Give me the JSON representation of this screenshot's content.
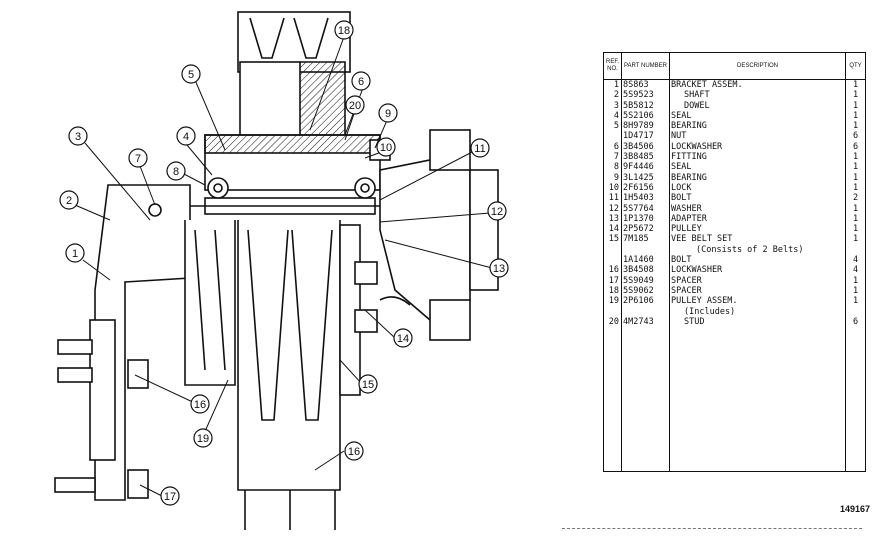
{
  "callouts": [
    "1",
    "2",
    "3",
    "4",
    "5",
    "6",
    "7",
    "8",
    "9",
    "10",
    "11",
    "12",
    "13",
    "14",
    "15",
    "16",
    "16",
    "17",
    "18",
    "19",
    "20"
  ],
  "table": {
    "headers": {
      "ref": "REF. NO.",
      "part": "PART NUMBER",
      "desc": "DESCRIPTION",
      "qty": "QTY"
    },
    "rows": [
      {
        "ref": "1",
        "part": "8S863",
        "desc": "BRACKET ASSEM.",
        "indent": 0,
        "qty": "1"
      },
      {
        "ref": "2",
        "part": "5S9523",
        "desc": "SHAFT",
        "indent": 1,
        "qty": "1"
      },
      {
        "ref": "3",
        "part": "5B5812",
        "desc": "DOWEL",
        "indent": 1,
        "qty": "1"
      },
      {
        "ref": "4",
        "part": "5S2106",
        "desc": "SEAL",
        "indent": 0,
        "qty": "1"
      },
      {
        "ref": "5",
        "part": "8H9789",
        "desc": "BEARING",
        "indent": 0,
        "qty": "1"
      },
      {
        "ref": "",
        "part": "1D4717",
        "desc": "NUT",
        "indent": 0,
        "qty": "6"
      },
      {
        "ref": "6",
        "part": "3B4506",
        "desc": "LOCKWASHER",
        "indent": 0,
        "qty": "6"
      },
      {
        "ref": "7",
        "part": "3B8485",
        "desc": "FITTING",
        "indent": 0,
        "qty": "1"
      },
      {
        "ref": "8",
        "part": "9F4446",
        "desc": "SEAL",
        "indent": 0,
        "qty": "1"
      },
      {
        "ref": "9",
        "part": "3L1425",
        "desc": "BEARING",
        "indent": 0,
        "qty": "1"
      },
      {
        "ref": "10",
        "part": "2F6156",
        "desc": "LOCK",
        "indent": 0,
        "qty": "1"
      },
      {
        "ref": "11",
        "part": "1H5403",
        "desc": "BOLT",
        "indent": 0,
        "qty": "2"
      },
      {
        "ref": "12",
        "part": "5S7764",
        "desc": "WASHER",
        "indent": 0,
        "qty": "1"
      },
      {
        "ref": "13",
        "part": "1P1370",
        "desc": "ADAPTER",
        "indent": 0,
        "qty": "1"
      },
      {
        "ref": "14",
        "part": "2P5672",
        "desc": "PULLEY",
        "indent": 0,
        "qty": "1"
      },
      {
        "ref": "15",
        "part": "7M185",
        "desc": "VEE BELT SET",
        "indent": 0,
        "qty": "1"
      },
      {
        "ref": "",
        "part": "",
        "desc": "(Consists of 2 Belts)",
        "indent": 2,
        "qty": ""
      },
      {
        "ref": "",
        "part": "1A1460",
        "desc": "BOLT",
        "indent": 0,
        "qty": "4"
      },
      {
        "ref": "16",
        "part": "3B4508",
        "desc": "LOCKWASHER",
        "indent": 0,
        "qty": "4"
      },
      {
        "ref": "17",
        "part": "5S9049",
        "desc": "SPACER",
        "indent": 0,
        "qty": "1"
      },
      {
        "ref": "18",
        "part": "5S9062",
        "desc": "SPACER",
        "indent": 0,
        "qty": "1"
      },
      {
        "ref": "19",
        "part": "2P6106",
        "desc": "PULLEY ASSEM.",
        "indent": 0,
        "qty": "1"
      },
      {
        "ref": "",
        "part": "",
        "desc": "(Includes)",
        "indent": 1,
        "qty": ""
      },
      {
        "ref": "20",
        "part": "4M2743",
        "desc": "STUD",
        "indent": 1,
        "qty": "6"
      }
    ]
  },
  "figure_number": "149167"
}
